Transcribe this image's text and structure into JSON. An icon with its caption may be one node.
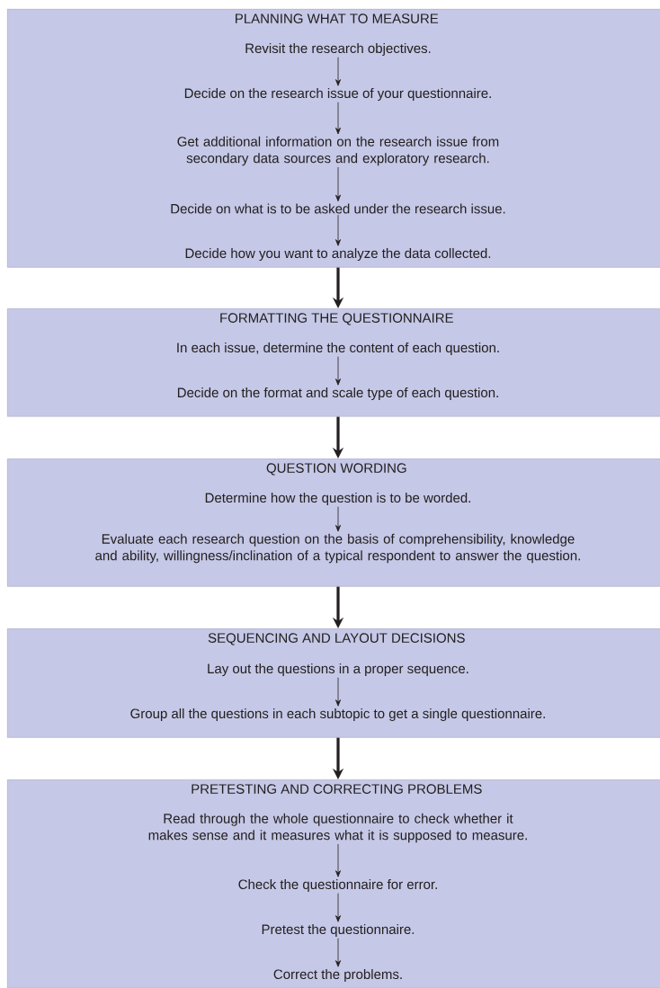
{
  "diagram": {
    "nodes": [
      {
        "text": [
          "PLANNING WHAT TO MEASURE"
        ]
      },
      {
        "text": [
          "Revisit the research objectives."
        ],
        "in": 0
      },
      {
        "text": [
          "Decide on the research issue of your questionnaire."
        ],
        "in": 0
      },
      {
        "text": [
          "Get additional information on the research issue from secondary data sources and exploratory research."
        ],
        "in": 0
      },
      {
        "text": [
          "Decide on what is to be asked under the research issue."
        ],
        "in": 0
      },
      {
        "text": [
          "Decide how you want to analyze the data collected."
        ],
        "in": 0
      },
      {
        "text": [
          "FORMATTING THE QUESTIONNAIRE"
        ]
      },
      {
        "text": [
          "In each issue, determine the content of each question."
        ],
        "in": 6
      },
      {
        "text": [
          "Decide on the format and scale type of each question."
        ],
        "in": 6
      },
      {
        "text": [
          "QUESTION WORDING"
        ]
      },
      {
        "text": [
          "Determine how the question is to be worded."
        ],
        "in": 9
      },
      {
        "text": [
          "Evaluate each research question on the basis of comprehensibility, knowledge and ability, willingness/inclination of a typical respondent to answer the question."
        ],
        "in": 9
      },
      {
        "text": [
          "SEQUENCING AND LAYOUT DECISIONS"
        ]
      },
      {
        "text": [
          "Lay out the questions in a proper sequence."
        ],
        "in": 12
      },
      {
        "text": [
          "Group all the questions in each subtopic to get a single questionnaire."
        ],
        "in": 12
      },
      {
        "text": [
          "PRETESTING AND CORRECTING PROBLEMS"
        ]
      },
      {
        "text": [
          "Read through the whole questionnaire to check whether it makes sense and it measures what it is supposed to measure."
        ],
        "in": 15
      },
      {
        "text": [
          "Check the questionnaire for error."
        ],
        "in": 15
      },
      {
        "text": [
          "Pretest the questionnaire."
        ],
        "in": 15
      },
      {
        "text": [
          "Correct the problems."
        ],
        "in": 15
      }
    ],
    "edges": [
      {
        "from": 1,
        "to": 2,
        "arrow": "to"
      },
      {
        "from": 2,
        "to": 3,
        "arrow": "to"
      },
      {
        "from": 3,
        "to": 4,
        "arrow": "to"
      },
      {
        "from": 4,
        "to": 5,
        "arrow": "to"
      },
      {
        "from": 0,
        "to": 6,
        "arrow": "to",
        "style": "thick"
      },
      {
        "from": 7,
        "to": 8,
        "arrow": "to"
      },
      {
        "from": 6,
        "to": 9,
        "arrow": "to",
        "style": "thick"
      },
      {
        "from": 10,
        "to": 11,
        "arrow": "to"
      },
      {
        "from": 9,
        "to": 12,
        "arrow": "to",
        "style": "thick"
      },
      {
        "from": 13,
        "to": 14,
        "arrow": "to"
      },
      {
        "from": 12,
        "to": 15,
        "arrow": "to",
        "style": "thick"
      },
      {
        "from": 16,
        "to": 17,
        "arrow": "to"
      },
      {
        "from": 17,
        "to": 18,
        "arrow": "to"
      },
      {
        "from": 18,
        "to": 19,
        "arrow": "to"
      }
    ]
  }
}
